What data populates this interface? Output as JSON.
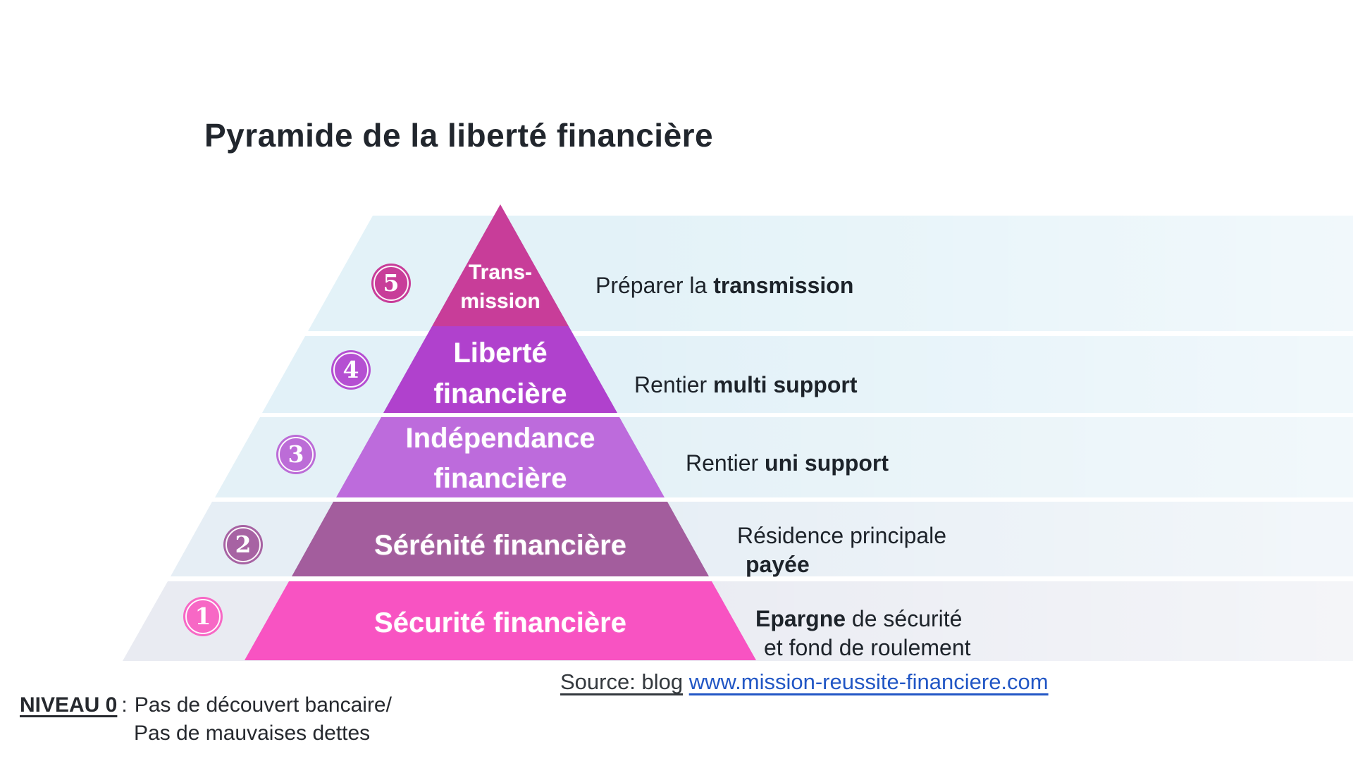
{
  "title": "Pyramide de la liberté financière",
  "levels": [
    {
      "num": "5",
      "label_line1": "Trans-",
      "label_line2": "mission",
      "desc_pre": "Préparer la ",
      "desc_bold": "transmission",
      "segment_color": "#c83d99",
      "badge_color": "#c83d99",
      "band_color": "#e3f2f8"
    },
    {
      "num": "4",
      "label_line1": "Liberté",
      "label_line2": "financière",
      "desc_pre": "Rentier ",
      "desc_bold": "multi support",
      "segment_color": "#b041cd",
      "badge_color": "#b54fd2",
      "band_color": "#e2f1f8"
    },
    {
      "num": "3",
      "label_line1": "Indépendance",
      "label_line2": "financière",
      "desc_pre": "Rentier ",
      "desc_bold": "uni support",
      "segment_color": "#bd6bdc",
      "badge_color": "#bc6cd7",
      "band_color": "#e4f1f7"
    },
    {
      "num": "2",
      "label": "Sérénité financière",
      "desc_line1": "Résidence principale",
      "desc_line2_bold": "payée",
      "segment_color": "#a35d9d",
      "badge_color": "#a763a3",
      "band_color": "#e6eef5"
    },
    {
      "num": "1",
      "label": "Sécurité financière",
      "desc_bold": "Epargne",
      "desc_line1_rest": " de sécurité",
      "desc_line2": "et fond de roulement",
      "segment_color": "#f853c2",
      "badge_color": "#f768c5",
      "band_color": "#e9ebf2"
    }
  ],
  "source": {
    "prefix": "Source: blog",
    "link": "www.mission-reussite-financiere.com"
  },
  "footnote": {
    "label": "NIVEAU 0",
    "separator": ":",
    "line1": "Pas de découvert bancaire/",
    "line2": "Pas de mauvaises dettes"
  }
}
